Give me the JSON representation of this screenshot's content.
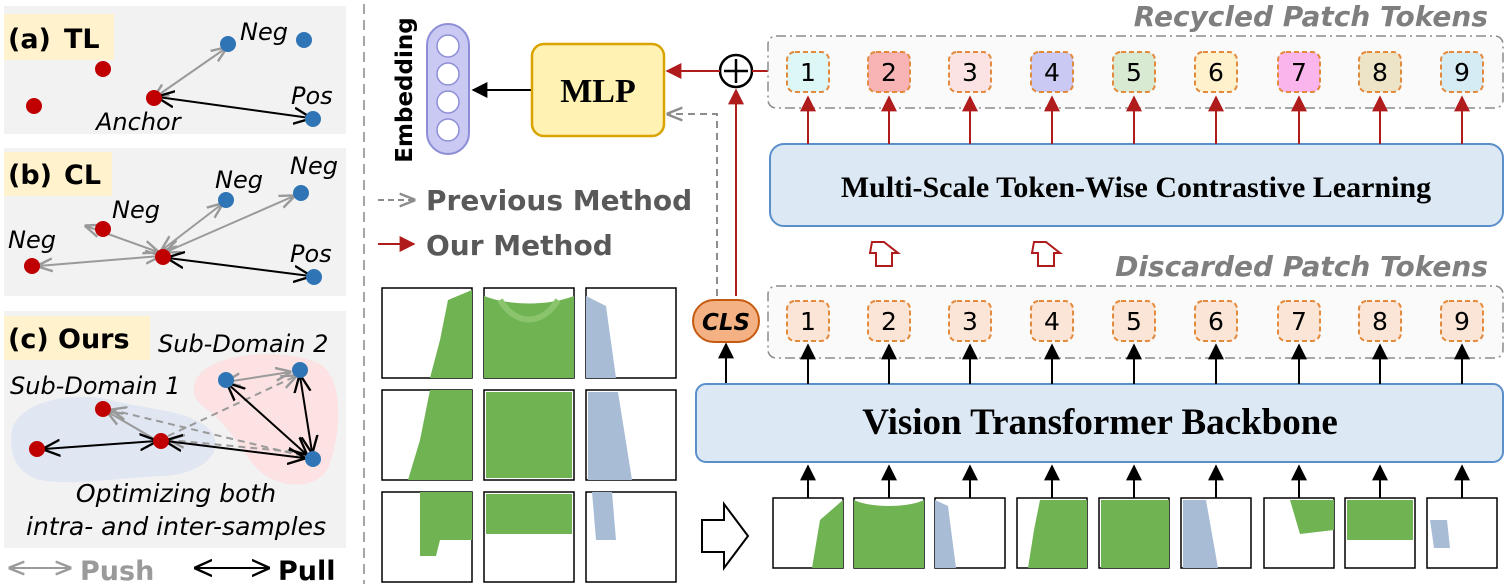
{
  "panels": {
    "a": {
      "tag": "(a)",
      "name": "TL",
      "neg": "Neg",
      "pos": "Pos",
      "anchor": "Anchor"
    },
    "b": {
      "tag": "(b)",
      "name": "CL",
      "neg": "Neg",
      "pos": "Pos"
    },
    "c": {
      "tag": "(c)",
      "name": "Ours",
      "sub1": "Sub-Domain 1",
      "sub2": "Sub-Domain 2",
      "caption_line1": "Optimizing both",
      "caption_line2": "intra- and inter-samples"
    }
  },
  "legend": {
    "push": "Push",
    "pull": "Pull",
    "previous": "Previous Method",
    "ours": "Our Method"
  },
  "embedding_label": "Embedding",
  "mlp_label": "MLP",
  "plus_symbol": "⊕",
  "cls_label": "CLS",
  "recycled_title": "Recycled Patch Tokens",
  "discarded_title": "Discarded Patch Tokens",
  "contrastive_label": "Multi-Scale Token-Wise Contrastive Learning",
  "backbone_label": "Vision Transformer Backbone",
  "token_numbers": [
    "1",
    "2",
    "3",
    "4",
    "5",
    "6",
    "7",
    "8",
    "9"
  ],
  "colors": {
    "red_arrow": "#b01b1b",
    "neg_point": "#2f75b5",
    "anchor_point": "#c00000",
    "panel_bg": "#f2f2f2",
    "tag_bg": "#fff2cc",
    "mlp_fill": "#fff2b3",
    "mlp_stroke": "#d9a400",
    "module_fill": "#dce9f5",
    "module_stroke": "#5b8fc9",
    "cls_fill": "#f4b183",
    "token_fill": "#fbe5d6",
    "token_stroke": "#e38a3c",
    "recycled_fills": [
      "#ddf6f6",
      "#f8b4b4",
      "#fbe3e3",
      "#c9c9f3",
      "#d8ead2",
      "#fff1cc",
      "#f9b5ec",
      "#ede3c6",
      "#d6ecf5"
    ],
    "sweater_green": "#6fb352",
    "stripe_blue": "#a9bcd6"
  }
}
